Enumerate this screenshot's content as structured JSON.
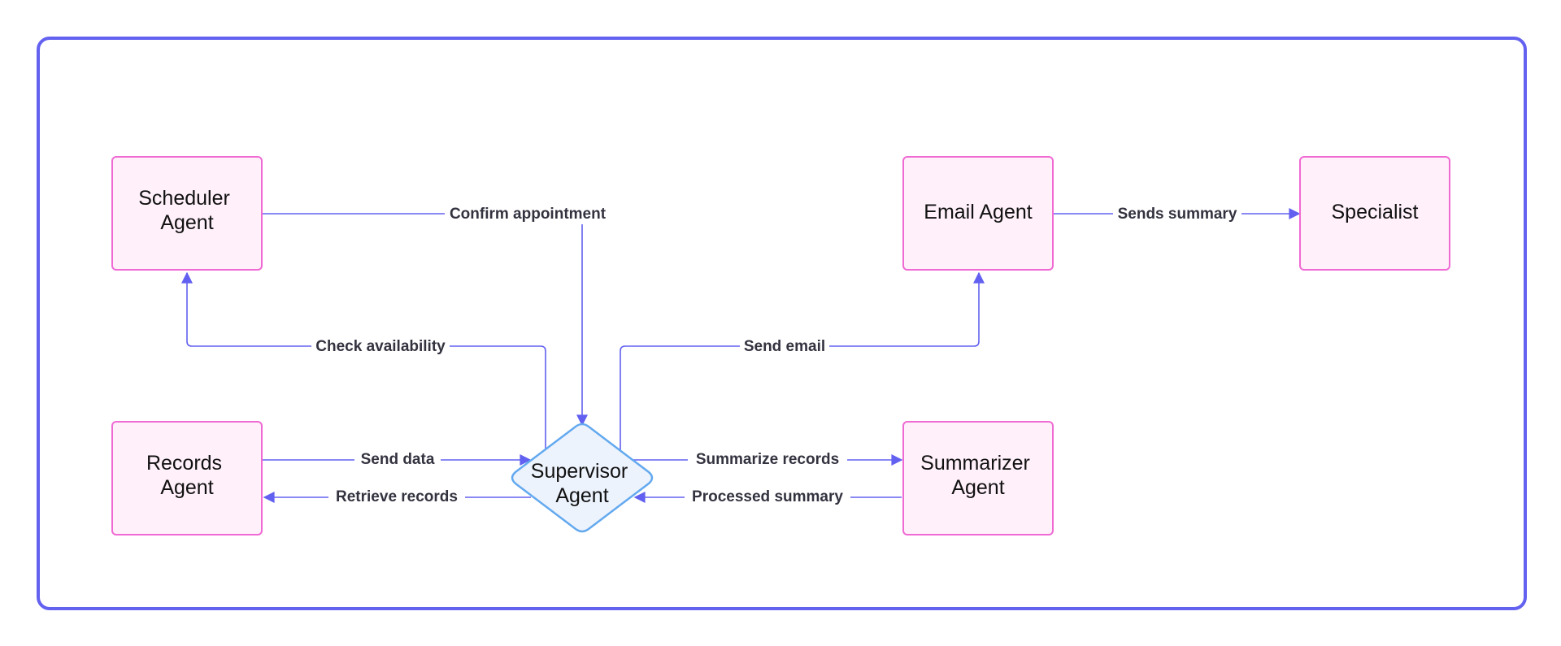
{
  "colors": {
    "frame": "#6361f0",
    "edge": "#6260f0",
    "agent_fill": "#fff0fa",
    "agent_stroke": "#f06ad4",
    "supervisor_fill": "#edf3fd",
    "supervisor_stroke": "#63a9ef",
    "label_text": "#333340"
  },
  "nodes": {
    "scheduler": {
      "line1": "Scheduler",
      "line2": "Agent"
    },
    "records": {
      "line1": "Records",
      "line2": "Agent"
    },
    "supervisor": {
      "line1": "Supervisor",
      "line2": "Agent"
    },
    "email": {
      "line1": "Email Agent"
    },
    "summarizer": {
      "line1": "Summarizer",
      "line2": "Agent"
    },
    "specialist": {
      "line1": "Specialist"
    }
  },
  "edges": {
    "confirm_appointment": "Confirm appointment",
    "check_availability": "Check availability",
    "send_email": "Send email",
    "sends_summary": "Sends summary",
    "send_data": "Send data",
    "retrieve_records": "Retrieve records",
    "summarize_records": "Summarize records",
    "processed_summary": "Processed summary"
  }
}
